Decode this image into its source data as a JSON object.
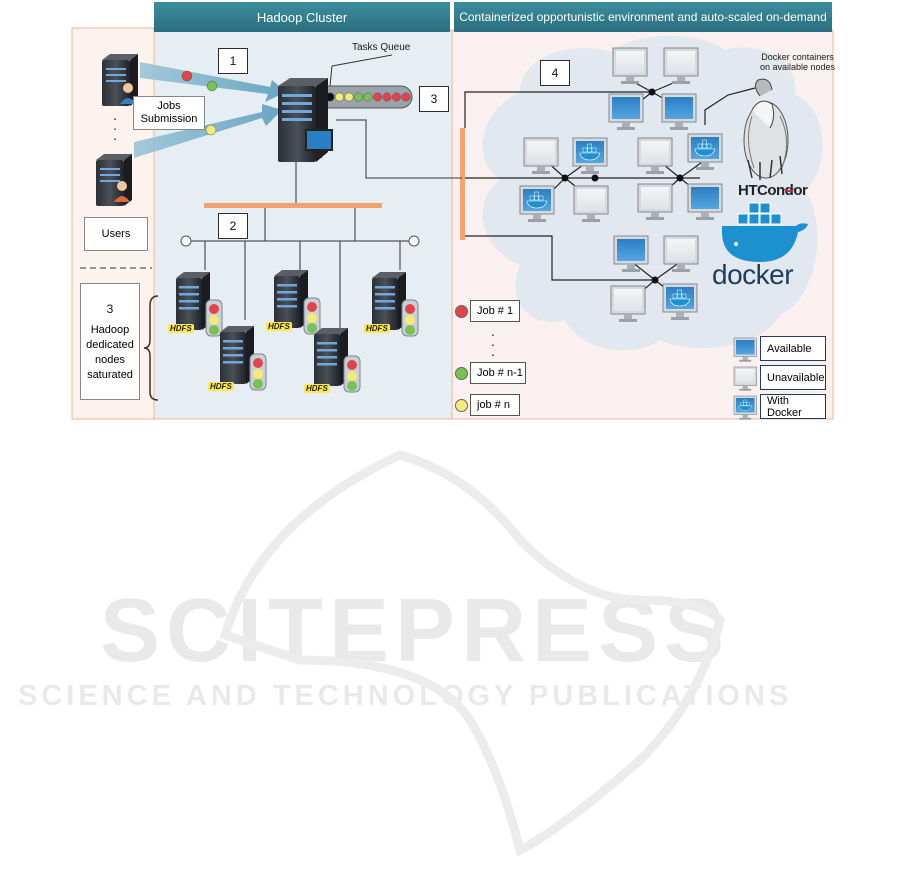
{
  "headers": {
    "hadoop_cluster": "Hadoop Cluster",
    "containerized": "Containerized opportunistic environment and auto-scaled on-demand"
  },
  "labels": {
    "tasks_queue": "Tasks Queue",
    "jobs_submission_line1": "Jobs",
    "jobs_submission_line2": "Submission",
    "users": "Users",
    "hadoop_dedicated": [
      "Hadoop",
      "dedicated",
      "nodes",
      "saturated"
    ],
    "docker_containers_line1": "Docker containers",
    "docker_containers_line2": "on available nodes",
    "htcondor": "HTCondor",
    "docker": "docker",
    "hdfs": "HDFS",
    "dots": "."
  },
  "step_numbers": {
    "submission": "1",
    "network": "2",
    "queue_saturated": "3",
    "dedicated": "3",
    "opportunistic": "4"
  },
  "jobs": [
    {
      "label": "Job # 1",
      "color": "#e0454b"
    },
    {
      "label": "Job # n-1",
      "color": "#79c153"
    },
    {
      "label": "job # n",
      "color": "#f3ea78"
    }
  ],
  "legend": [
    {
      "label": "Available",
      "kind": "available"
    },
    {
      "label": "Unavailable",
      "kind": "unavailable"
    },
    {
      "label": "With Docker",
      "kind": "docker"
    }
  ],
  "queue_colors": [
    "#111111",
    "#f3ea78",
    "#f3ea78",
    "#79c153",
    "#79c153",
    "#e0454b",
    "#e0454b",
    "#e0454b",
    "#e0454b"
  ],
  "colors": {
    "teal_header": "#2f7d8f",
    "orange_bar": "#f4a46a",
    "left_panel_bg": "#fdf3ee",
    "hadoop_bg": "#e8eff3",
    "right_bg": "#fbeeee",
    "cloud": "#e2e9f0"
  },
  "watermark": {
    "title": "SCITEPRESS",
    "subtitle": "SCIENCE AND TECHNOLOGY PUBLICATIONS"
  }
}
